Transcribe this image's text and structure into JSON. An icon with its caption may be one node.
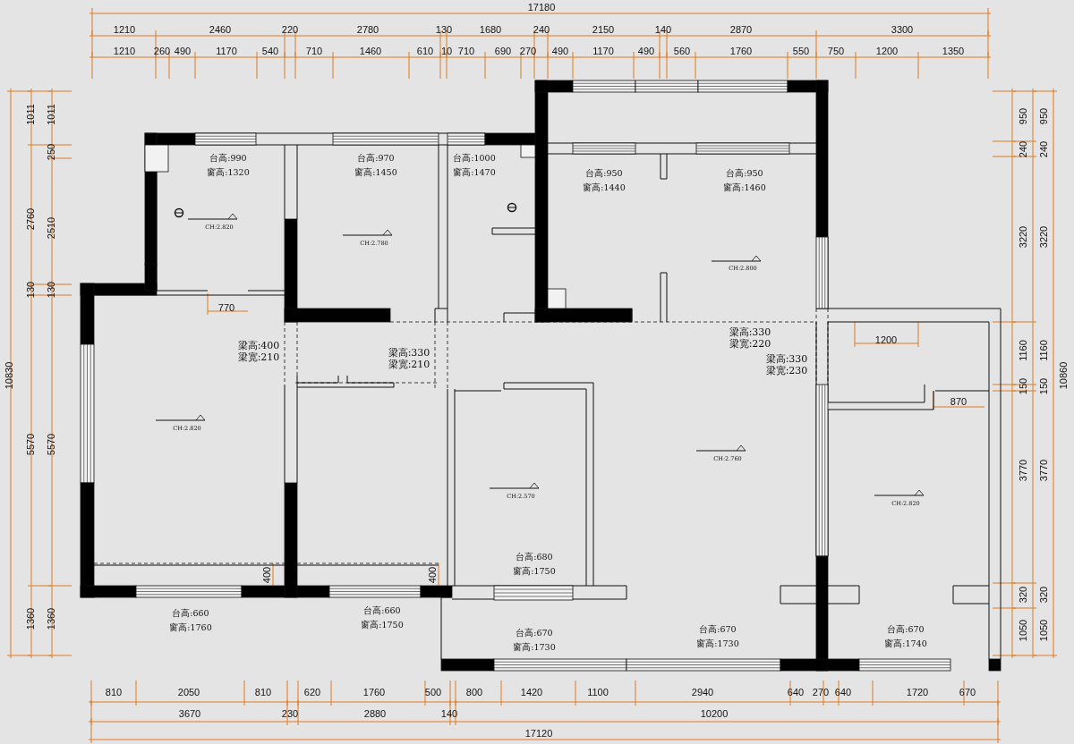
{
  "diagram": {
    "labels": [
      "17180",
      "1210",
      "2460",
      "220",
      "2780",
      "130",
      "1680",
      "240",
      "2150",
      "140",
      "2870",
      "3300",
      "1210",
      "260",
      "490",
      "1170",
      "540",
      "710",
      "1460",
      "610",
      "10",
      "710",
      "690",
      "270",
      "490",
      "1170",
      "490",
      "560",
      "1760",
      "550",
      "750",
      "1200",
      "1350",
      "10830",
      "1011",
      "2760",
      "130",
      "5570",
      "1360",
      "1011",
      "250",
      "2510",
      "130",
      "5570",
      "1360",
      "台高:990",
      "窗高:1320",
      "台高:970",
      "窗高:1450",
      "台高:1000",
      "窗高:1470",
      "台高:950",
      "窗高:1440",
      "台高:950",
      "窗高:1460",
      "CH:2.820",
      "CH:2.780",
      "CH:2.800",
      "770",
      "梁高:400",
      "梁宽:210",
      "梁高:330",
      "梁宽:210",
      "梁高:330",
      "梁宽:220",
      "梁高:330",
      "梁宽:230",
      "1200",
      "870",
      "CH:2.820",
      "CH:2.760",
      "CH:2.570",
      "CH:2.820",
      "台高:680",
      "窗高:1750",
      "400",
      "400",
      "台高:660",
      "窗高:1760",
      "台高:660",
      "窗高:1750",
      "台高:670",
      "窗高:1730",
      "台高:670",
      "窗高:1730",
      "台高:670",
      "窗高:1740",
      "950",
      "240",
      "3220",
      "1160",
      "150",
      "3770",
      "320",
      "1050",
      "950",
      "240",
      "3220",
      "1160",
      "150",
      "3770",
      "320",
      "1050",
      "10860",
      "810",
      "2050",
      "810",
      "620",
      "1760",
      "500",
      "800",
      "1420",
      "1100",
      "2940",
      "640",
      "270",
      "640",
      "1720",
      "670",
      "3670",
      "230",
      "2880",
      "140",
      "10200",
      "17120"
    ]
  }
}
